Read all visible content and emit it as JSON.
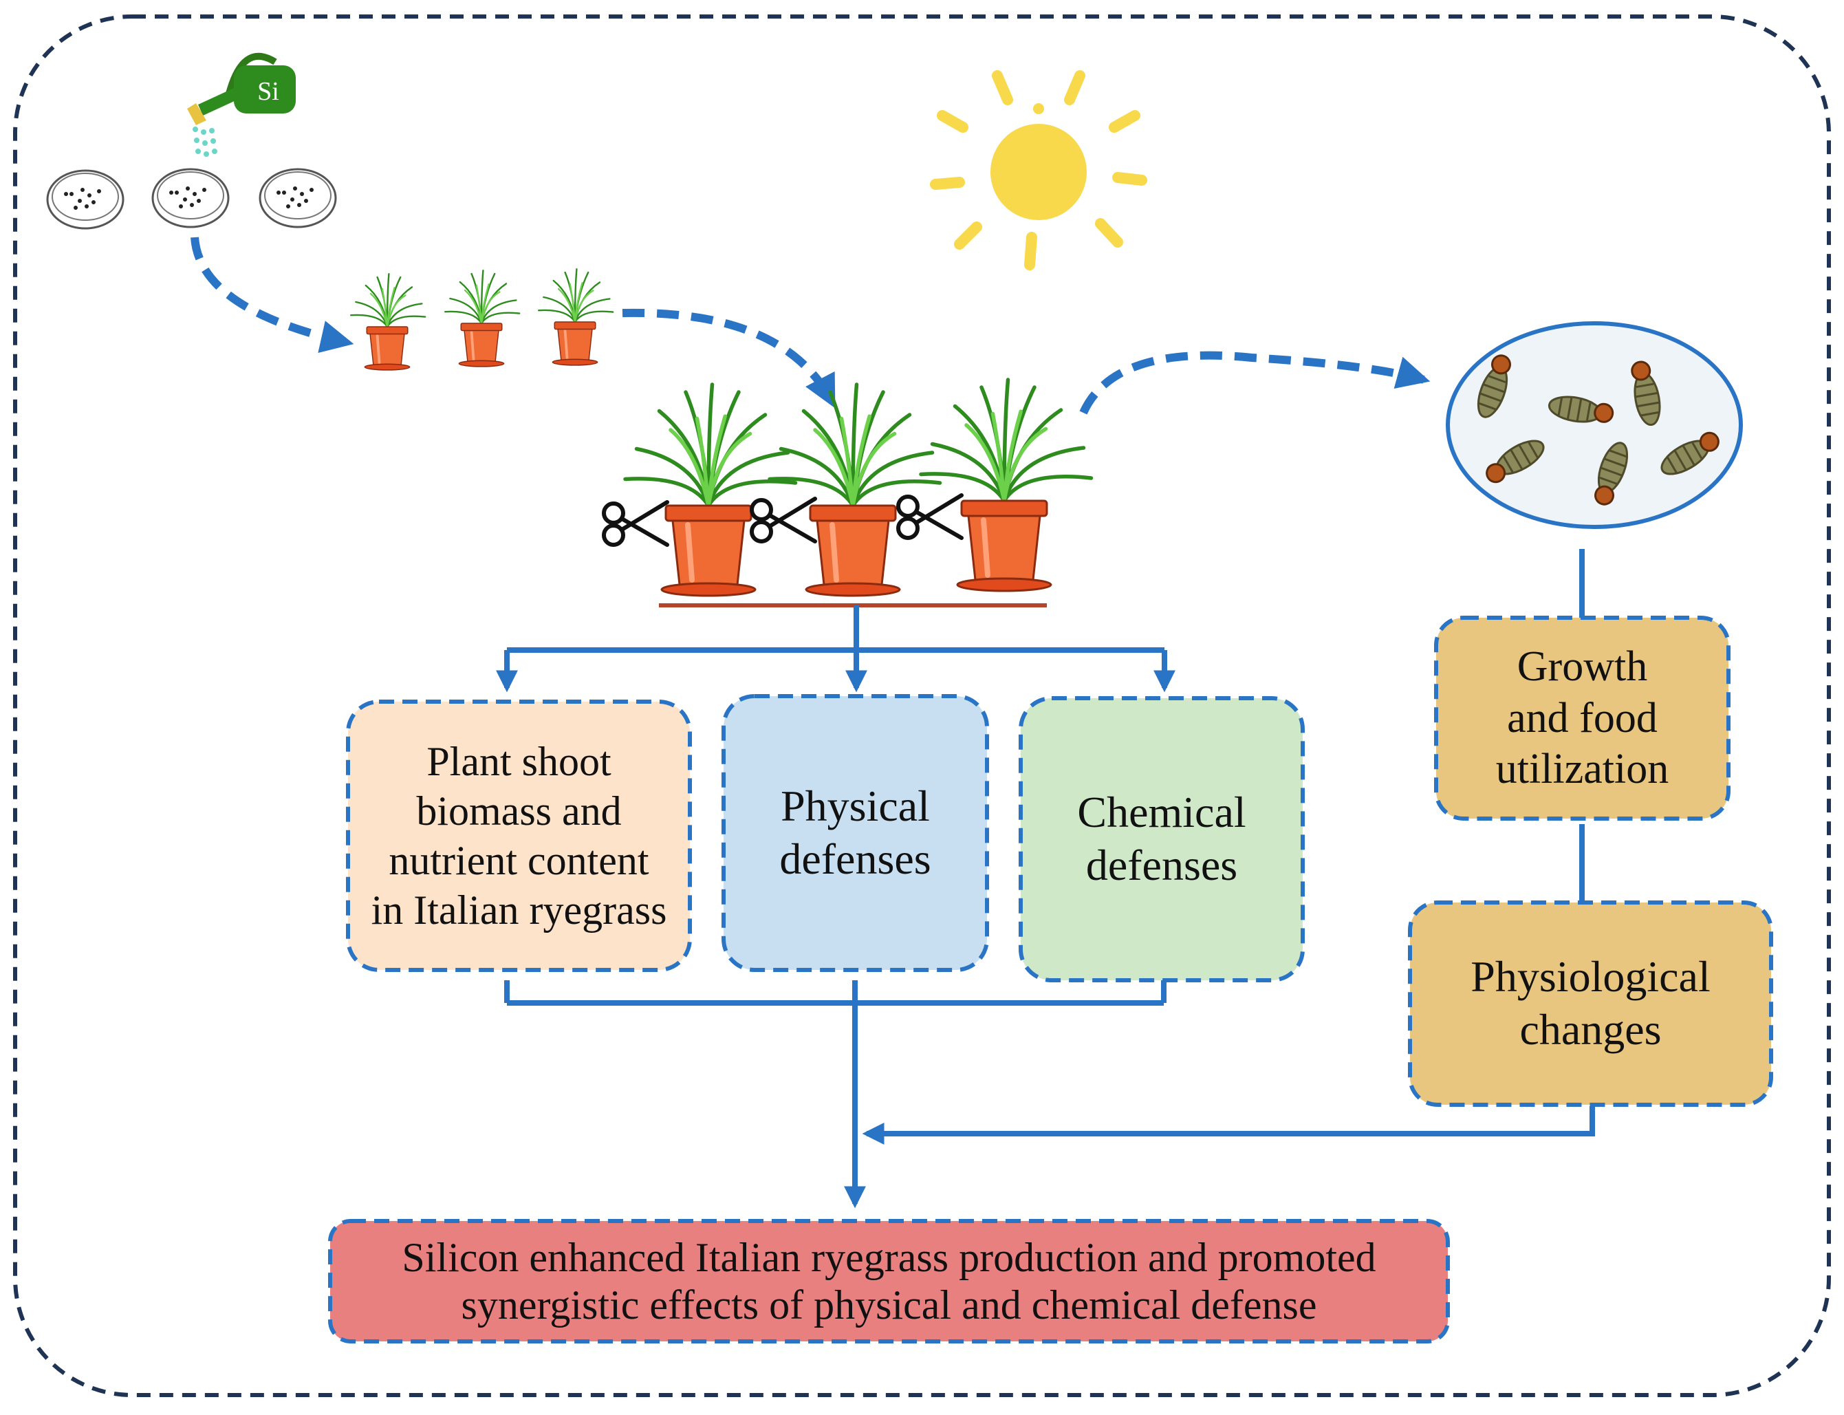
{
  "colors": {
    "frame": "#1f3354",
    "arrow": "#2a74c6",
    "baseline": "#b5452a",
    "biomass_fill": "#fde3c9",
    "physical_fill": "#c7dff1",
    "chemical_fill": "#cfe8c8",
    "insect_fill": "#e8c680",
    "result_fill": "#e98080",
    "sun": "#f8d94c",
    "leaf": "#3aa829",
    "pot": "#e65625"
  },
  "icons": {
    "watering_can": "watering-can-icon",
    "petri_dish": "petri-dish-icon",
    "sun": "sun-icon",
    "plant_pot": "potted-plant-icon",
    "scissors": "scissors-icon",
    "larvae": "caterpillar-icon"
  },
  "watering_can": {
    "label": "Si"
  },
  "boxes": {
    "biomass": {
      "line1": "Plant shoot",
      "line2": "biomass and",
      "line3": "nutrient content",
      "line4": "in Italian ryegrass"
    },
    "physical": {
      "line1": "Physical",
      "line2": "defenses"
    },
    "chemical": {
      "line1": "Chemical",
      "line2": "defenses"
    },
    "growth": {
      "line1": "Growth",
      "line2": "and food",
      "line3": "utilization"
    },
    "physiological": {
      "line1": "Physiological",
      "line2": "changes"
    },
    "result": {
      "line1": "Silicon enhanced Italian ryegrass production and promoted",
      "line2": "synergistic effects of physical and chemical defense"
    }
  }
}
